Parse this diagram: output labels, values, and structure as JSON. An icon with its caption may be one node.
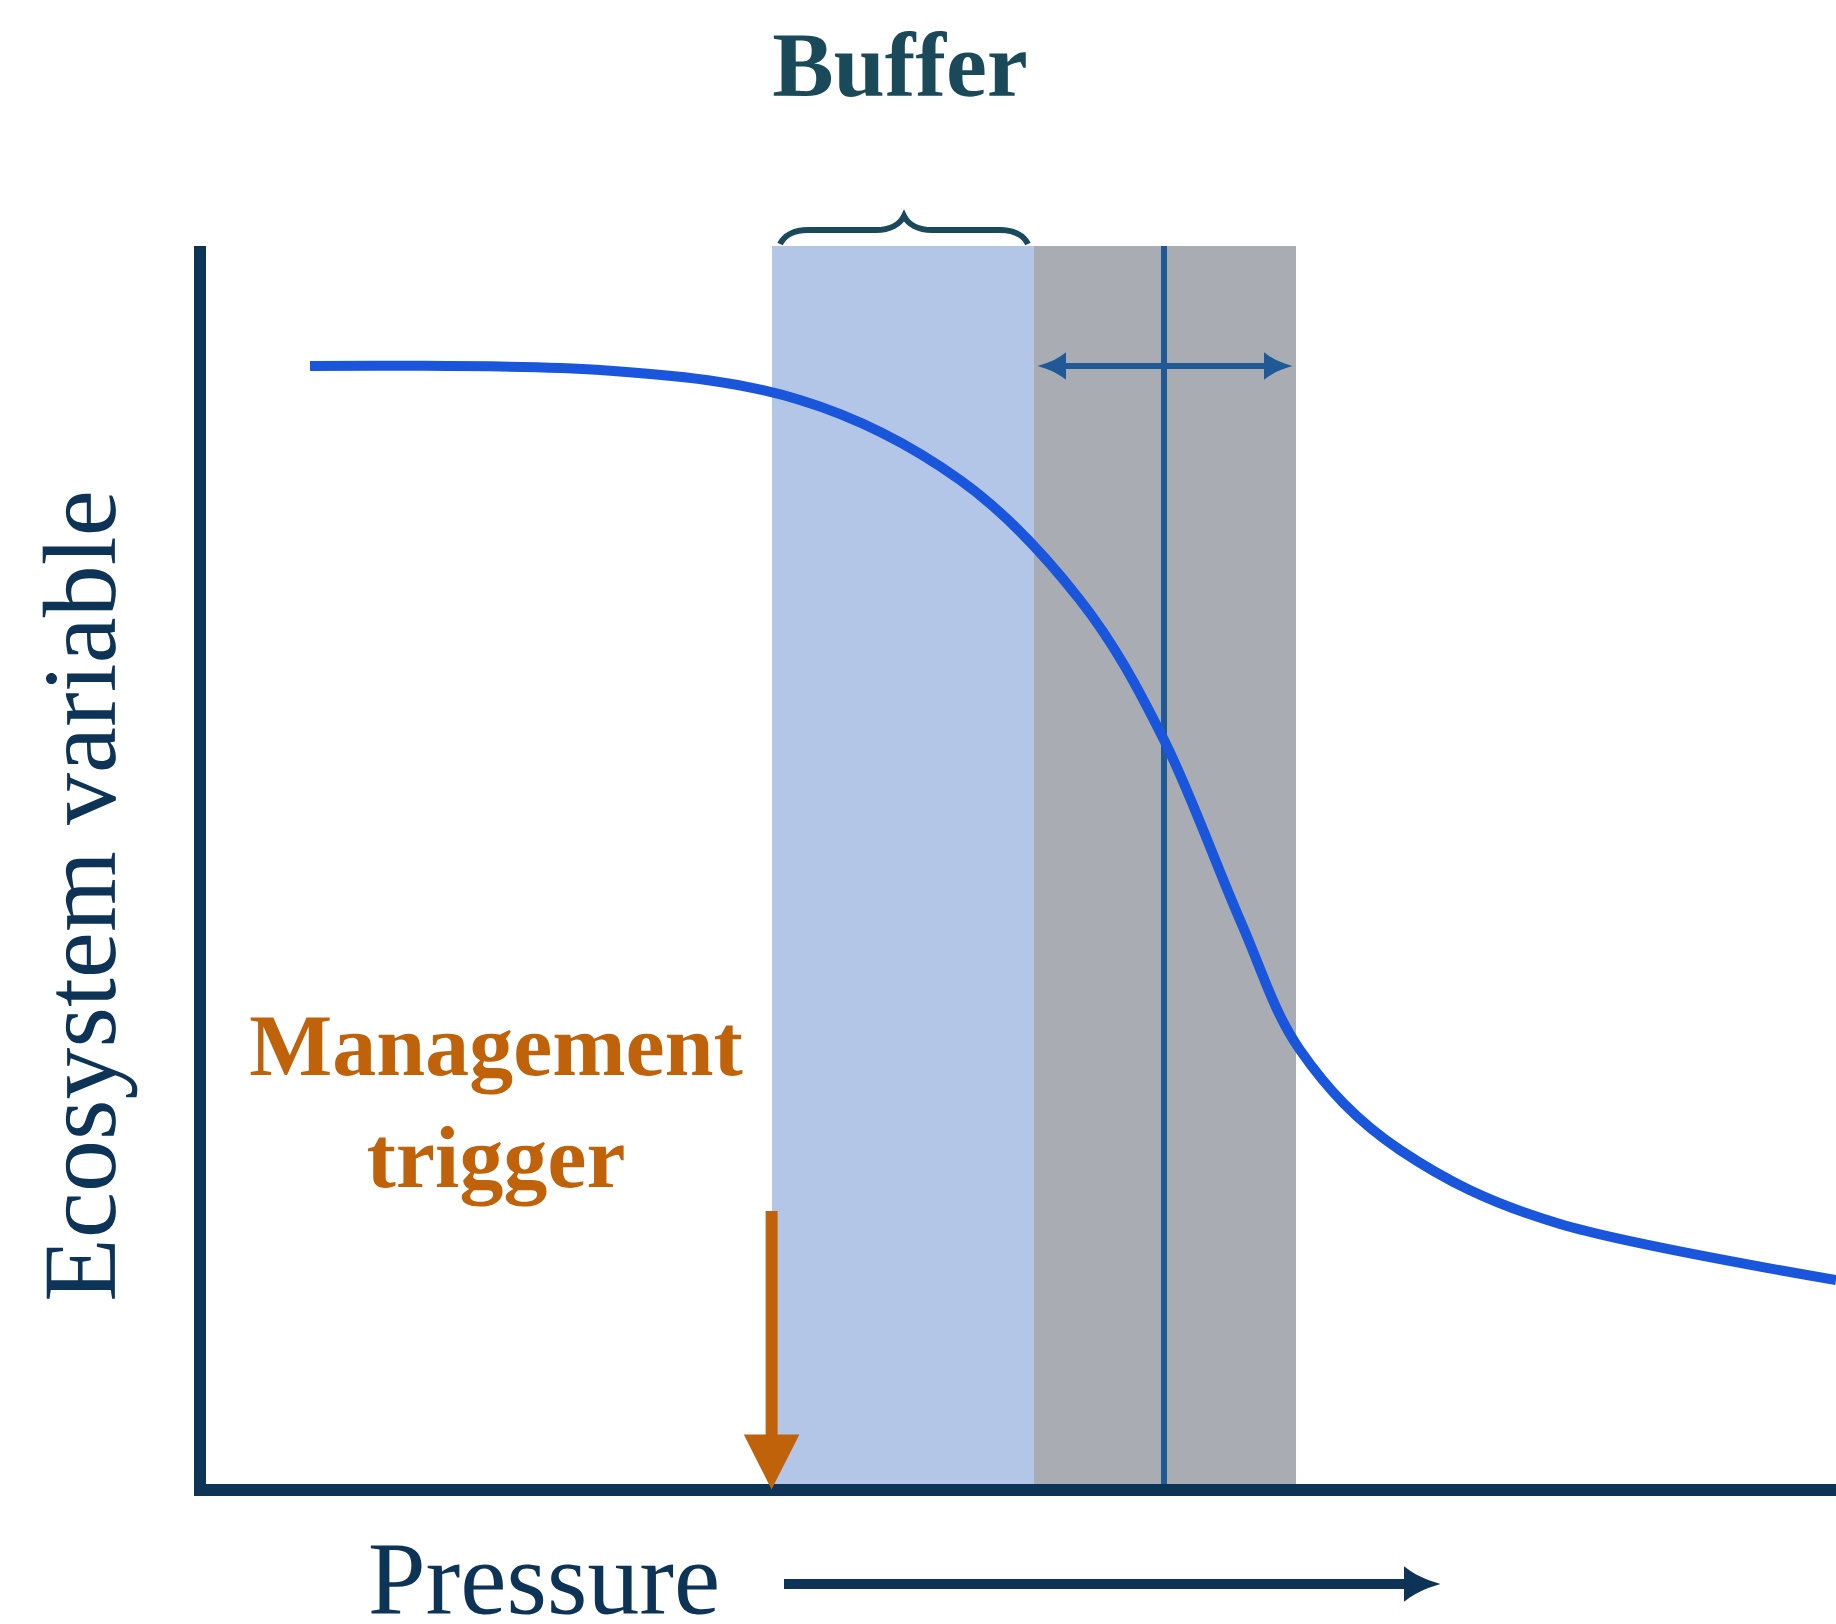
{
  "diagram": {
    "nodes": [
      {
        "text": [],
        "shape": "box"
      },
      {
        "text": [],
        "shape": "box"
      },
      {
        "text": [
          "Management trigger"
        ]
      }
    ],
    "edges": [
      {
        "from": 2,
        "to": 0,
        "arrow": "to"
      }
    ],
    "labels": [
      "Buffer",
      "Ecosystem variable",
      "Pressure"
    ]
  }
}
